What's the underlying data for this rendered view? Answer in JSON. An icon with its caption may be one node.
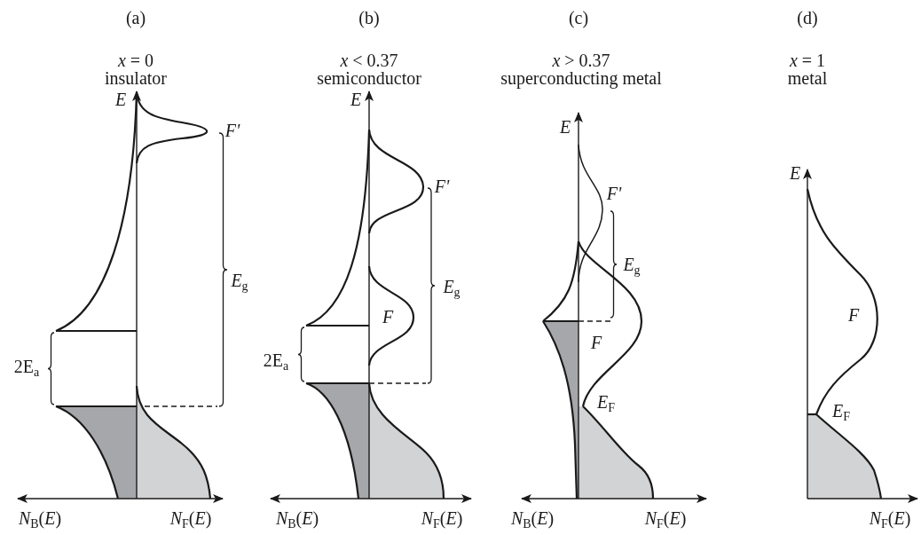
{
  "diagram": {
    "labels": [
      "(a)",
      "(b)",
      "(c)",
      "(d)",
      "*x* = 0",
      "*x* < 0.37",
      "*x* > 0.37",
      "*x* = 1",
      "insulator",
      "semiconductor",
      "superconducting metal",
      "metal",
      "E",
      "F'",
      "*E*$_{g}$",
      "2E$_{a}$",
      "*N*$_{B}$(*E*)",
      "*N*$_{F}$(*E*)",
      "E",
      "F'",
      "*E*$_{g}$",
      "F",
      "2E$_{a}$",
      "*N*$_{B}$(*E*)",
      "*N*$_{F}$(*E*)",
      "E",
      "F'",
      "*E*$_{g}$",
      "F",
      "*E*$_{F}$",
      "*N*$_{B}$(*E*)",
      "*N*$_{F}$(*E*)",
      "E",
      "F",
      "*E*$_{F}$",
      "*N*$_{F}$(*E*)"
    ]
  }
}
